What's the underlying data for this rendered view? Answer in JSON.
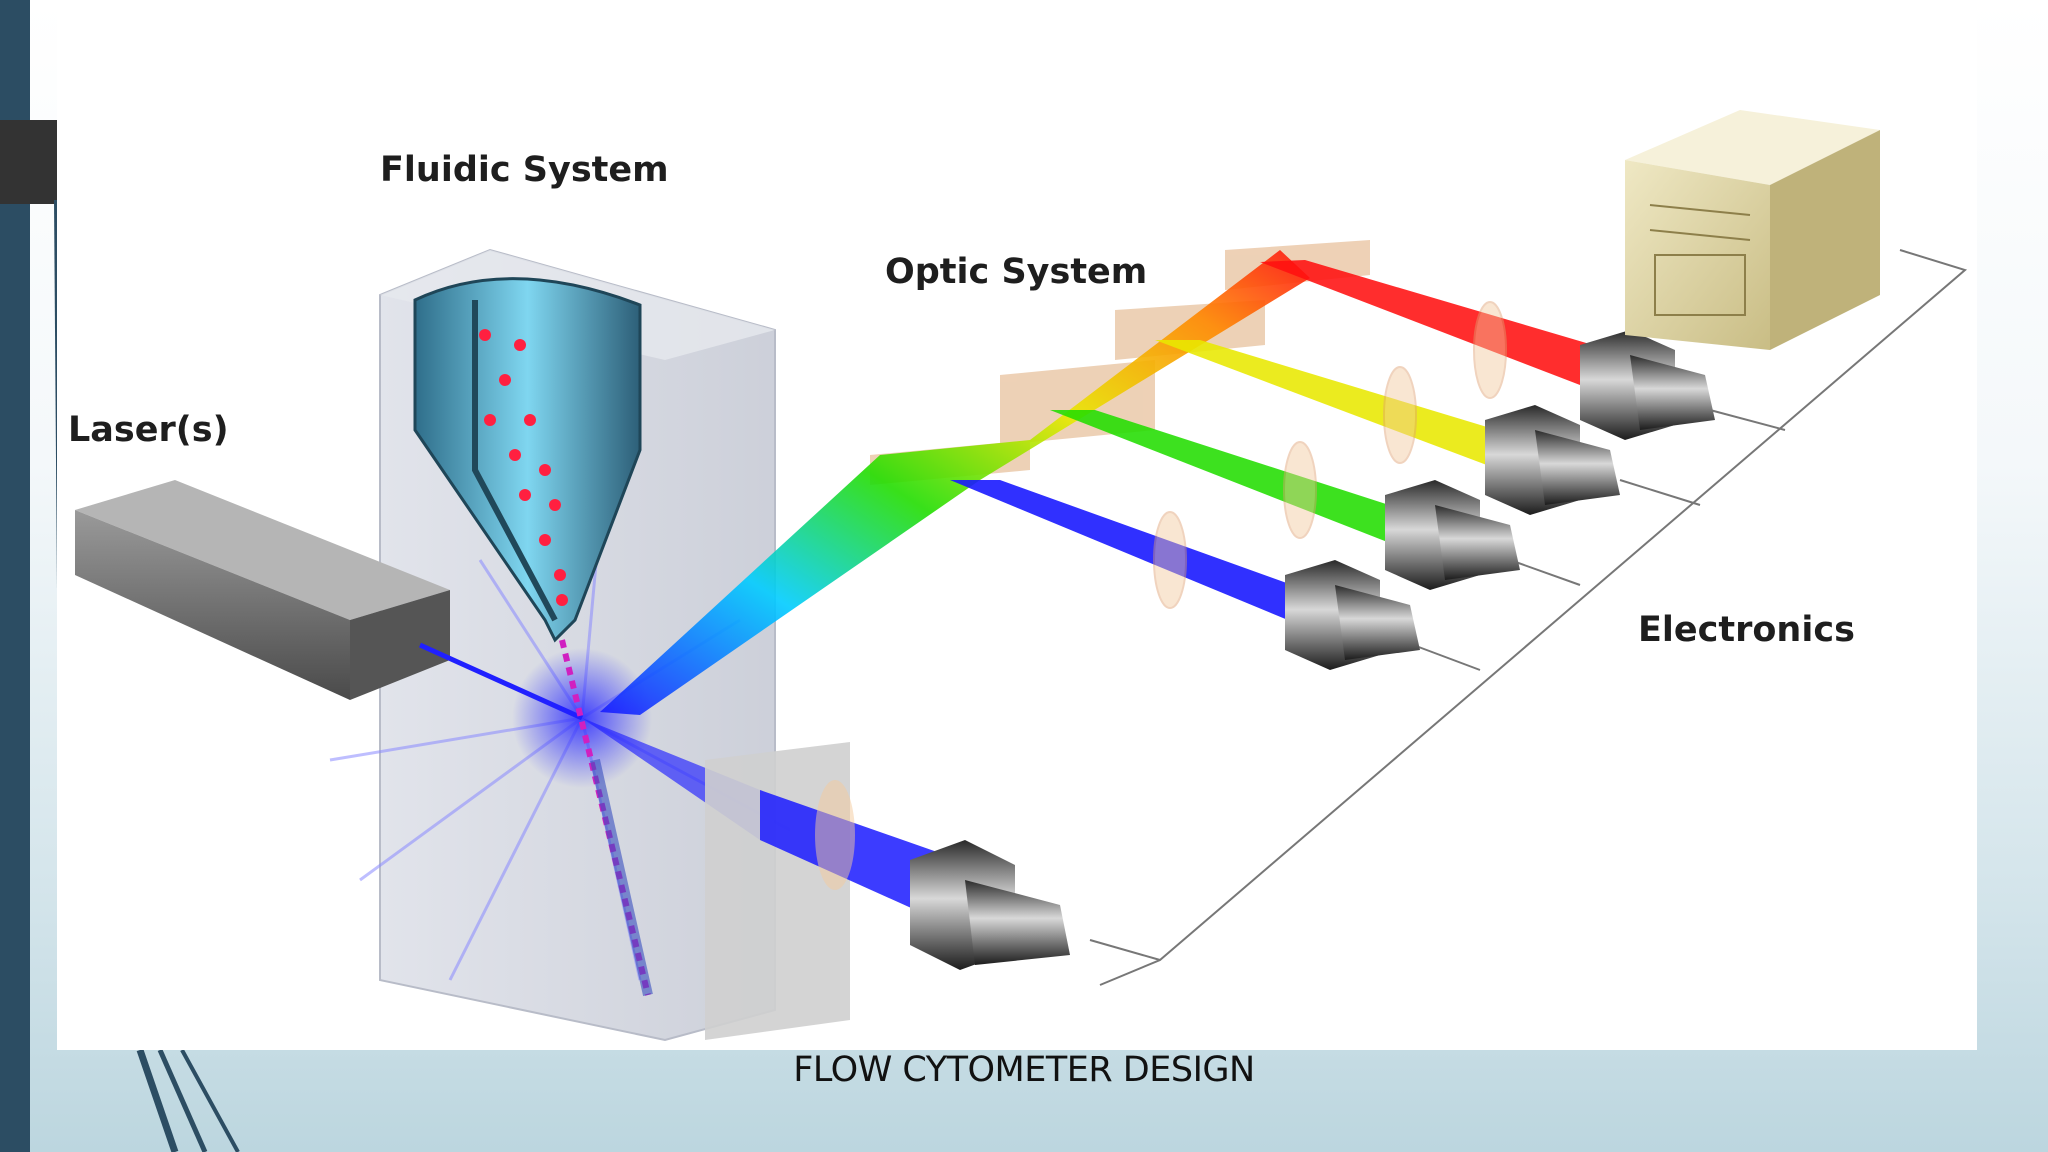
{
  "slide": {
    "caption": "FLOW CYTOMETER DESIGN",
    "sidebar_color": "#2c4d63"
  },
  "diagram": {
    "labels": {
      "fluidic": "Fluidic System",
      "optic": "Optic System",
      "laser": "Laser(s)",
      "electronics": "Electronics"
    },
    "beam_colors": [
      "#ff1010",
      "#e8e800",
      "#22dd00",
      "#1a1aff"
    ],
    "detector_count": 5
  }
}
